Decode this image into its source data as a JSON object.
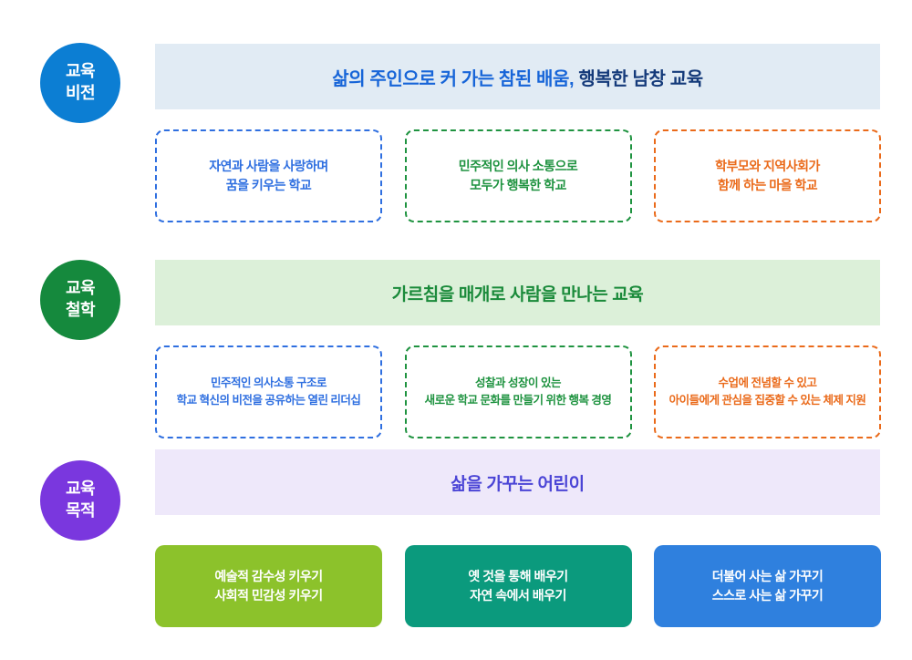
{
  "sections": [
    {
      "badge": {
        "line1": "교육",
        "line2": "비전",
        "color": "#0c7ed3"
      },
      "banner": {
        "text_primary": "삶의 주인으로 커 가는 참된 배움,",
        "text_secondary": "행복한 남창 교육",
        "background": "#e1ebf4"
      },
      "cards": [
        {
          "line1": "자연과 사람을 사랑하며",
          "line2": "꿈을 키우는 학교",
          "color": "#2f6fe0"
        },
        {
          "line1": "민주적인 의사 소통으로",
          "line2": "모두가 행복한 학교",
          "color": "#1f9340"
        },
        {
          "line1": "학부모와 지역사회가",
          "line2": "함께 하는 마을 학교",
          "color": "#ea6a1a"
        }
      ]
    },
    {
      "badge": {
        "line1": "교육",
        "line2": "철학",
        "color": "#15893d"
      },
      "banner": {
        "text_primary": "가르침을 매개로 사람을 만나는 교육",
        "background": "#dcf0d9",
        "color": "#1a8a3a"
      },
      "cards": [
        {
          "line1": "민주적인 의사소통 구조로",
          "line2": "학교 혁신의 비전을 공유하는 열린 리더십",
          "color": "#2f6fe0"
        },
        {
          "line1": "성찰과 성장이 있는",
          "line2": "새로운 학교 문화를 만들기 위한 행복 경영",
          "color": "#1f9340"
        },
        {
          "line1": "수업에 전념할 수 있고",
          "line2": "아이들에게 관심을 집중할 수 있는 체제 지원",
          "color": "#ea6a1a"
        }
      ]
    },
    {
      "badge": {
        "line1": "교육",
        "line2": "목적",
        "color": "#7a37de"
      },
      "banner": {
        "text_primary": "삶을 가꾸는 어린이",
        "background": "#eee8fa",
        "color": "#4b45d6"
      },
      "cards": [
        {
          "line1": "예술적 감수성 키우기",
          "line2": "사회적 민감성 키우기",
          "color": "#8cc22b"
        },
        {
          "line1": "옛 것을 통해 배우기",
          "line2": "자연 속에서 배우기",
          "color": "#0b9a7d"
        },
        {
          "line1": "더불어 사는 삶 가꾸기",
          "line2": "스스로 사는 삶 가꾸기",
          "color": "#2f80de"
        }
      ]
    }
  ]
}
